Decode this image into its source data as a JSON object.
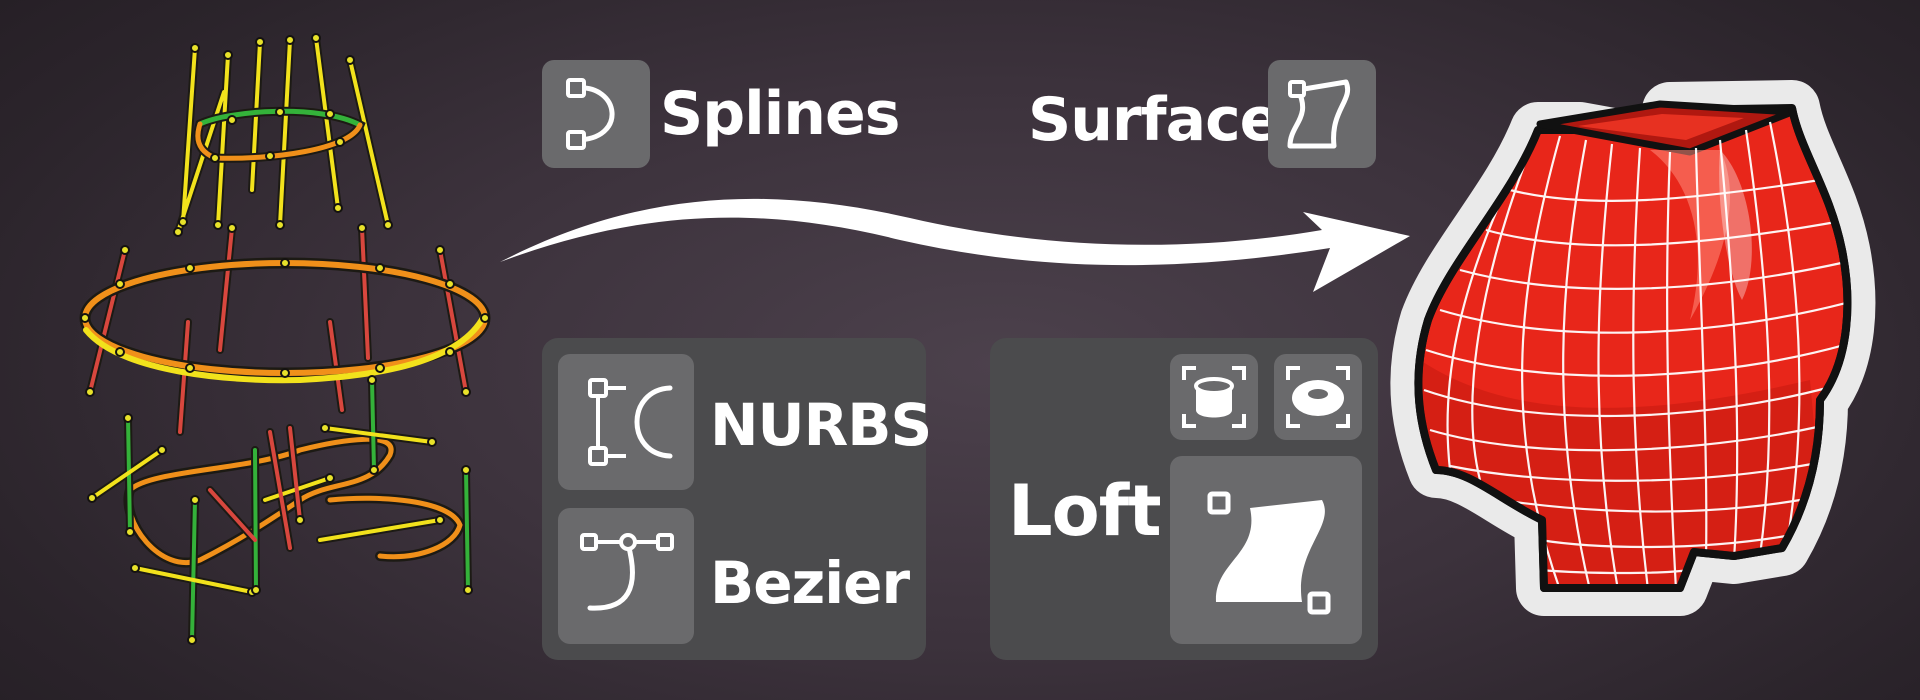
{
  "colors": {
    "background": "#3a303a",
    "panel": "#4b4b4d",
    "tile": "#6a6a6c",
    "text": "#ffffff",
    "curve_yellow": "#f2e21c",
    "curve_orange": "#f0901a",
    "curve_red": "#d8473e",
    "curve_green": "#34b23a",
    "surface_red": "#e8261a"
  },
  "labels": {
    "splines": "Splines",
    "surface": "Surface",
    "nurbs": "NURBS",
    "bezier": "Bezier",
    "loft": "Loft"
  },
  "icons": {
    "splines": "spline-curve-icon",
    "surface": "surface-patch-icon",
    "nurbs": "nurbs-curve-icon",
    "bezier": "bezier-curve-icon",
    "loft_cylinder": "loft-cylinder-icon",
    "loft_torus": "loft-torus-icon",
    "loft_surface": "loft-surface-icon"
  }
}
